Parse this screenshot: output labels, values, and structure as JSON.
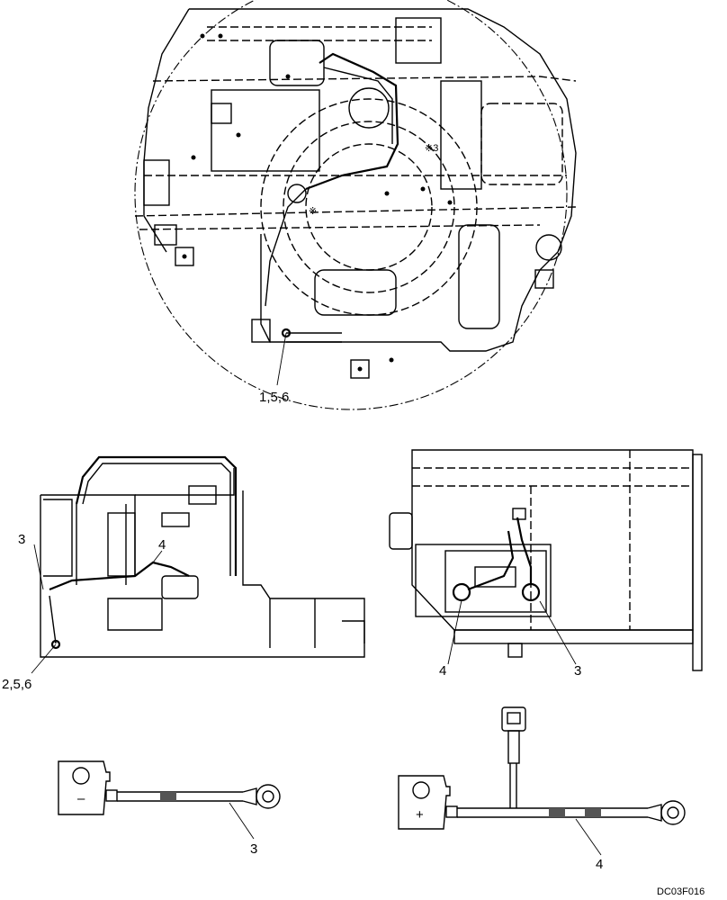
{
  "diagram": {
    "callouts": {
      "top_view_label": "1,5,6",
      "left_view_label_a": "3",
      "left_view_label_b": "4",
      "left_view_label_c": "2,5,6",
      "right_view_label_a": "4",
      "right_view_label_b": "3",
      "cable_minus_label": "3",
      "cable_plus_label": "4"
    },
    "terminal_marks": {
      "minus": "–",
      "plus": "+"
    },
    "marks": {
      "asterisk_a": "※3",
      "asterisk_b": "※"
    },
    "drawing_code": "DC03F016"
  }
}
